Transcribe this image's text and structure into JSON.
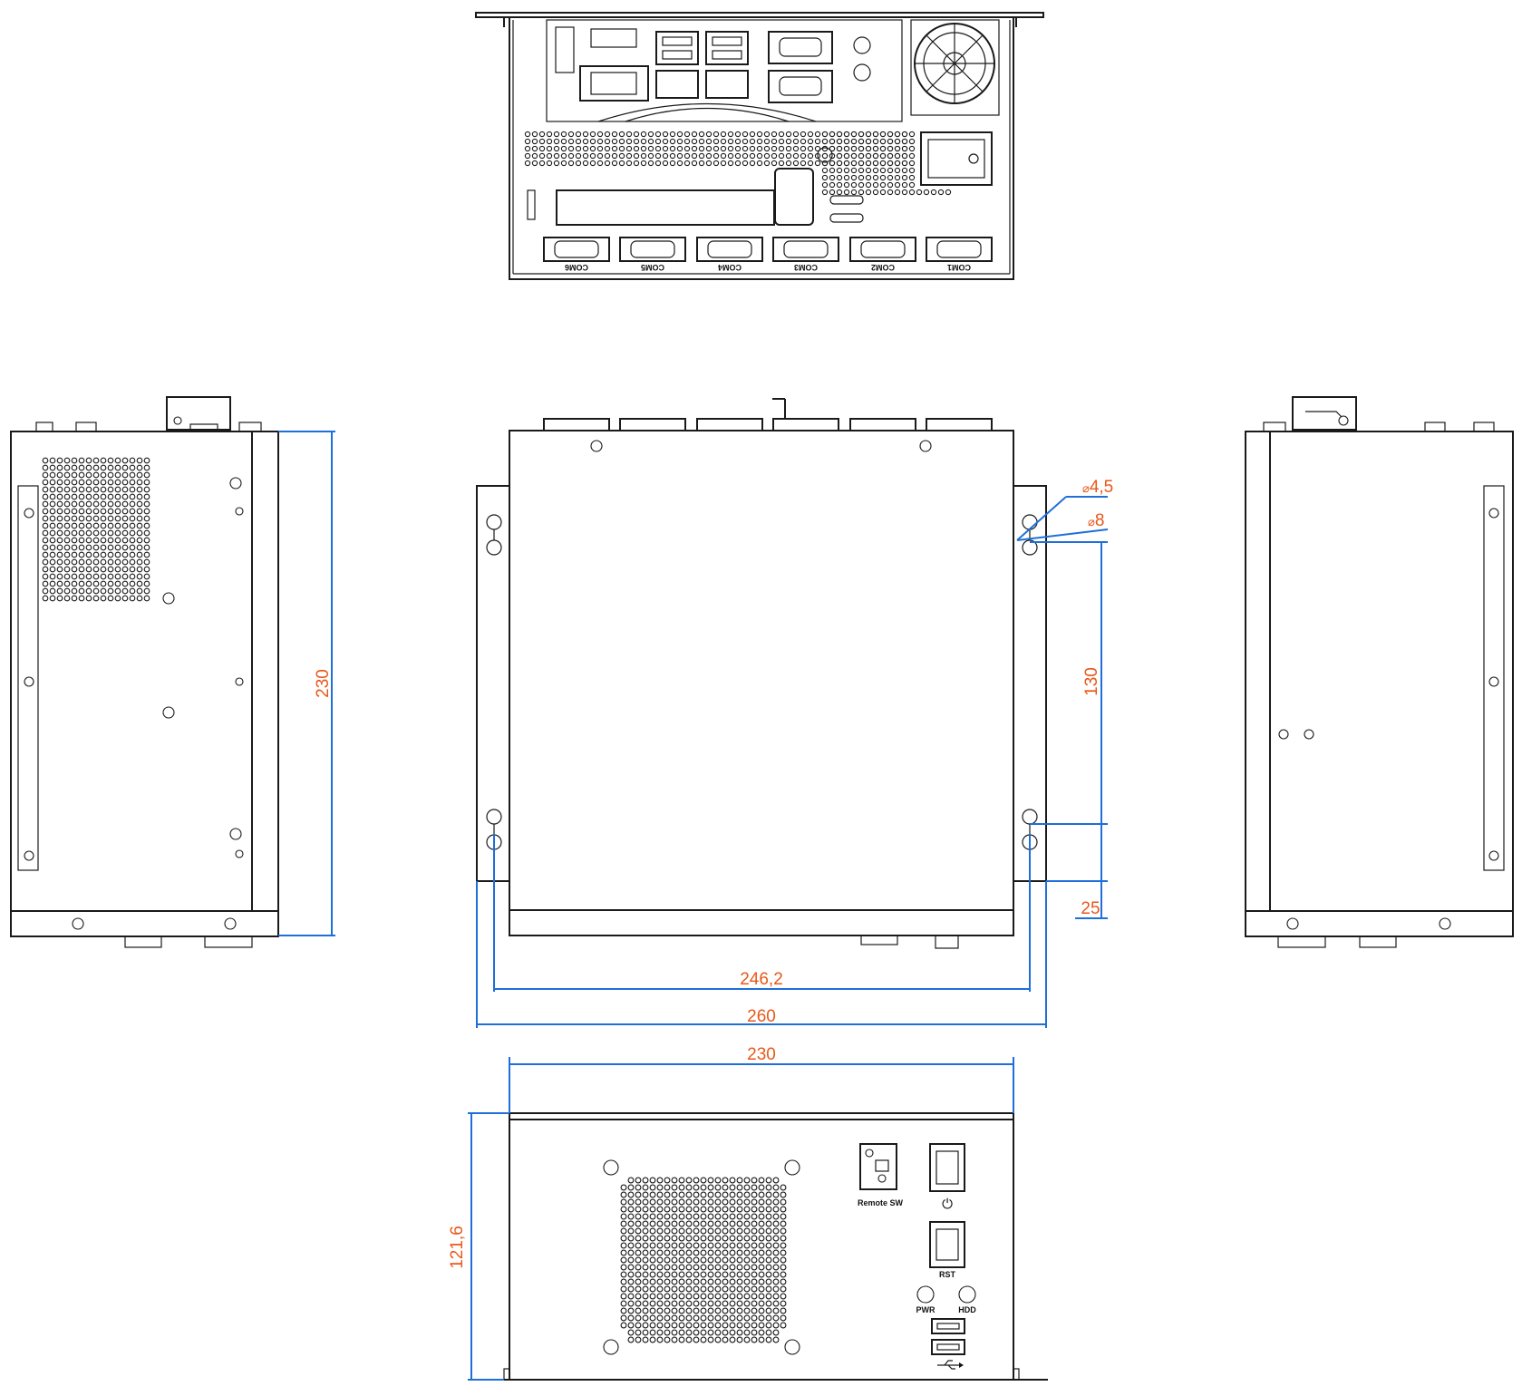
{
  "rear_view": {
    "com_ports": [
      "COM6",
      "COM5",
      "COM4",
      "COM3",
      "COM2",
      "COM1"
    ]
  },
  "top_view": {
    "dims": {
      "width_outer": "260",
      "mount_spacing": "246,2",
      "hole_small": "4,5",
      "hole_large": "8",
      "slot_spacing": "130",
      "slot_offset": "25"
    },
    "diameter_symbol": "⌀"
  },
  "side_view": {
    "dims": {
      "depth": "230"
    }
  },
  "front_view": {
    "dims": {
      "width": "230",
      "height": "121,6"
    },
    "labels": {
      "remote_sw": "Remote SW",
      "power_icon": "⏻",
      "rst": "RST",
      "pwr": "PWR",
      "hdd": "HDD"
    }
  }
}
